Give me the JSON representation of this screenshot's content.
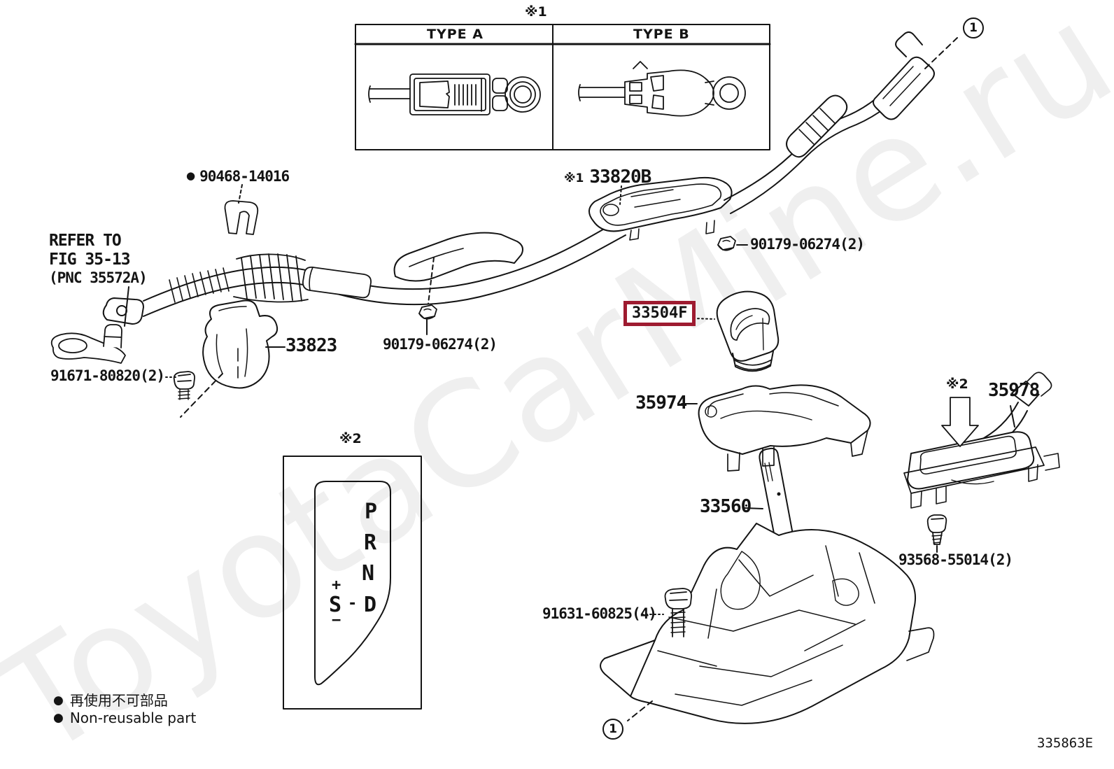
{
  "watermark": {
    "text": "ToyotaCarMine.ru"
  },
  "figure": {
    "code": "335863E"
  },
  "colors": {
    "highlight_box": "#9e1b30",
    "ink": "#141414",
    "watermark": "#efefef"
  },
  "type_table": {
    "ref": "※1",
    "col_a": "TYPE A",
    "col_b": "TYPE B"
  },
  "parts": {
    "clip": {
      "bullet": "●",
      "num": "90468-14016",
      "non_reusable": true
    },
    "refer": {
      "l1": "REFER TO",
      "l2": "FIG 35-13",
      "l3": "(PNC 35572A)"
    },
    "bracket": {
      "ref": "※1",
      "num": "33820B"
    },
    "nut_upper": {
      "num": "90179-06274(2)"
    },
    "nut_lower": {
      "num": "90179-06274(2)"
    },
    "knob": {
      "num": "33504F",
      "highlighted": true
    },
    "clamp": {
      "num": "33823"
    },
    "bolt_clamp": {
      "num": "91671-80820(2)"
    },
    "upper_housing": {
      "num": "35974"
    },
    "ecu": {
      "ref": "※2",
      "num": "35978"
    },
    "lever": {
      "num": "33560"
    },
    "bolt_housing": {
      "num": "91631-60825(4)"
    },
    "bolt_ecu": {
      "num": "93568-55014(2)"
    }
  },
  "shift_pattern": {
    "ref": "※2",
    "p": "P",
    "r": "R",
    "n": "N",
    "d": "D",
    "plus": "+",
    "s": "S",
    "minus": "−",
    "sdash": "-"
  },
  "legend": {
    "bullet": "●",
    "jp": "再使用不可部品",
    "en": "Non-reusable part"
  },
  "callout_marker": {
    "num": "1"
  }
}
